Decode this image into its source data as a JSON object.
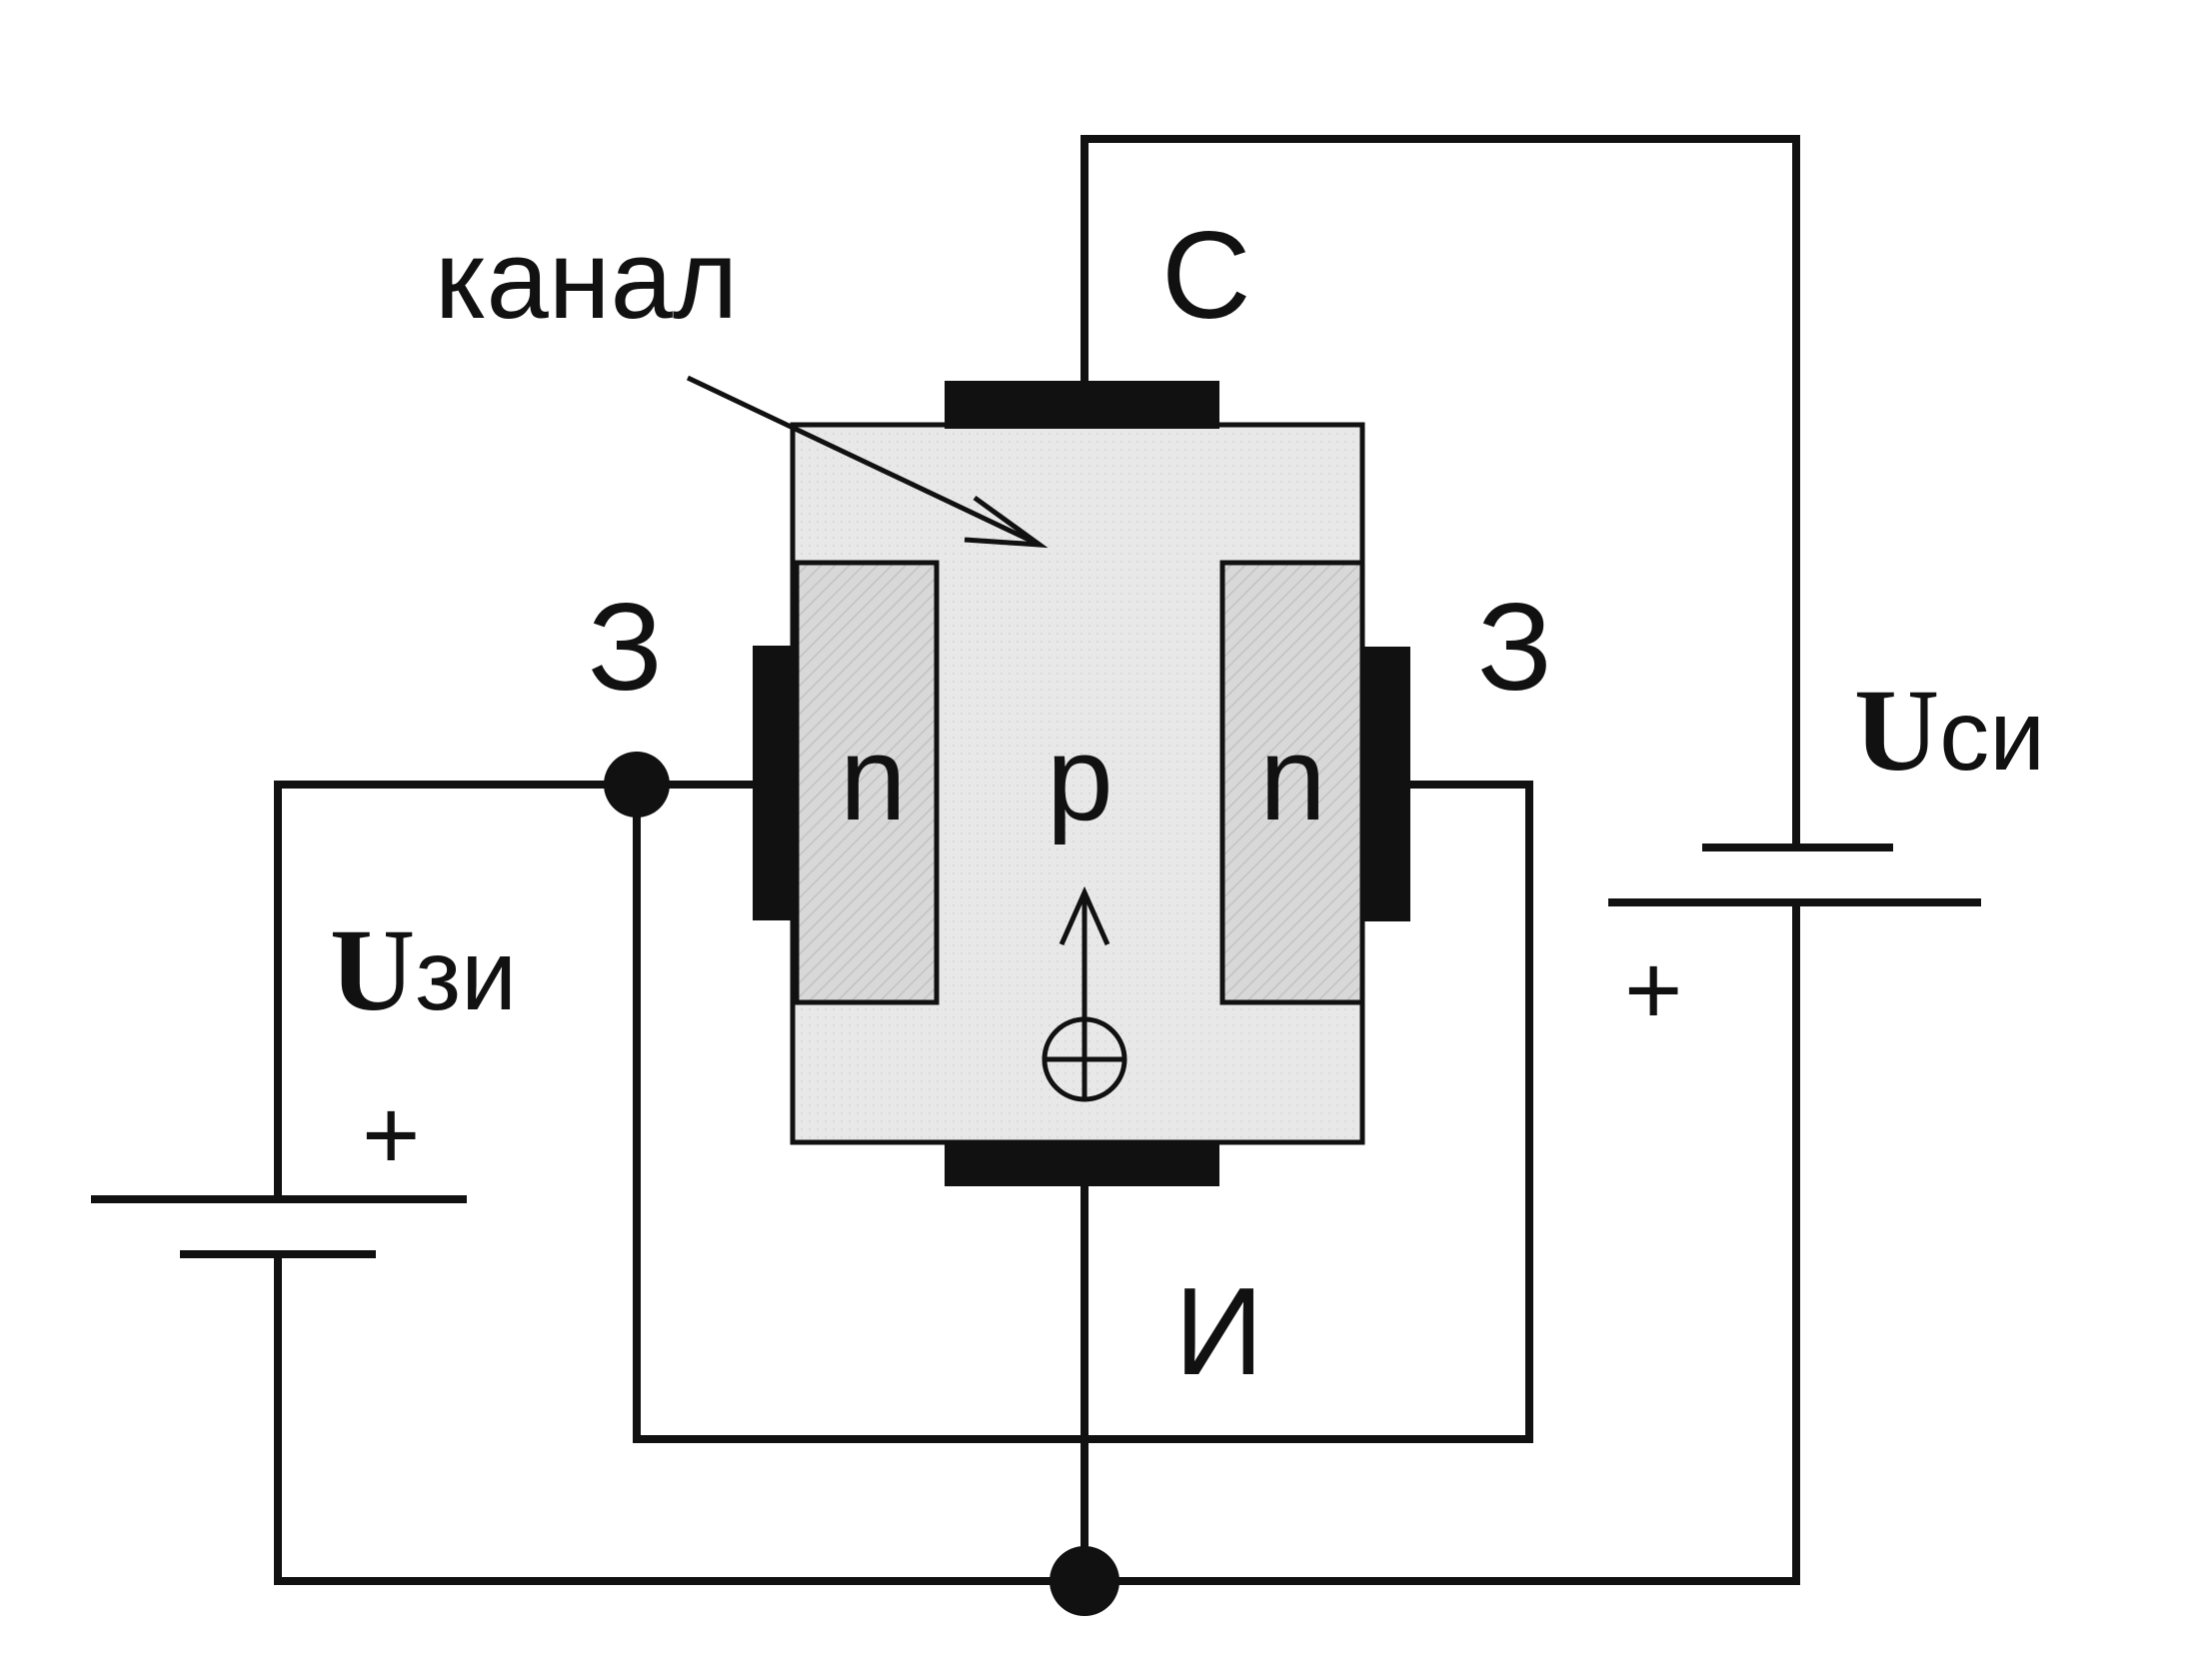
{
  "labels": {
    "channel": "канал",
    "drain": "С",
    "source": "И",
    "gate_left": "З",
    "gate_right": "З",
    "region_left": "n",
    "region_center": "p",
    "region_right": "n",
    "u_zi_main": "U",
    "u_zi_sub": "зи",
    "u_si_main": "U",
    "u_si_sub": "си",
    "plus_zi": "+",
    "plus_si": "+"
  },
  "colors": {
    "line": "#111111",
    "semiconductor_fill": "#e6e6e6",
    "n_region_fill": "#d4d4d4",
    "electrode": "#111111",
    "background": "#ffffff"
  },
  "icons": {
    "hole_symbol": "circled-plus",
    "current_arrow": "arrow-up"
  }
}
